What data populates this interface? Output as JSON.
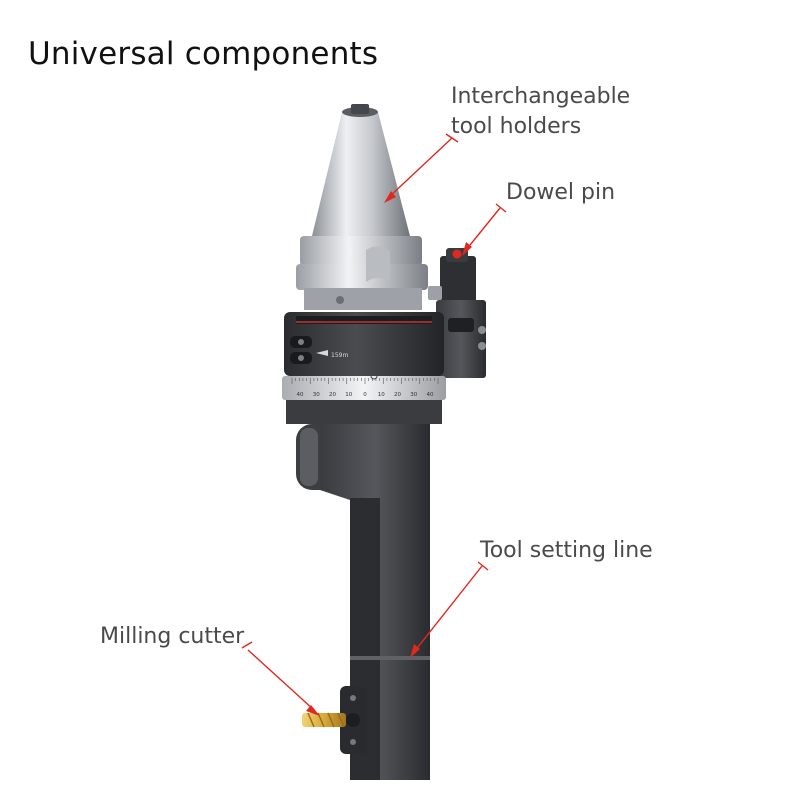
{
  "title": "Universal components",
  "labels": {
    "tool_holders_line1": "Interchangeable",
    "tool_holders_line2": "tool holders",
    "dowel_pin": "Dowel pin",
    "tool_setting_line": "Tool setting line",
    "milling_cutter": "Milling cutter"
  },
  "dial": {
    "badge": "159m",
    "scale": [
      "40",
      "30",
      "20",
      "10",
      "0",
      "10",
      "20",
      "30",
      "40"
    ]
  },
  "colors": {
    "arrow": "#e0281f",
    "body_dark": "#2f3033",
    "metal": "#c9ccd0",
    "cutter": "#d9a93a"
  }
}
